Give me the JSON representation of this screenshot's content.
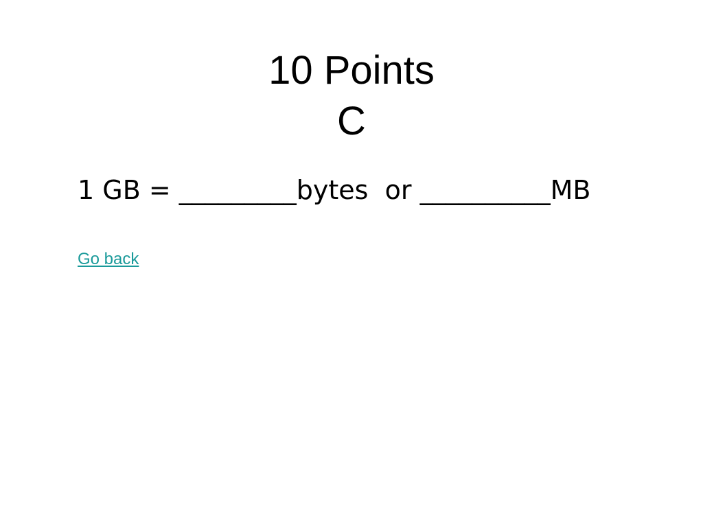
{
  "slide": {
    "title_line1": "10 Points",
    "title_line2": "C",
    "question": "1 GB = _________bytes  or __________MB",
    "back_link": "Go back"
  },
  "colors": {
    "background": "#ffffff",
    "text": "#000000",
    "link": "#1a9a9a"
  }
}
